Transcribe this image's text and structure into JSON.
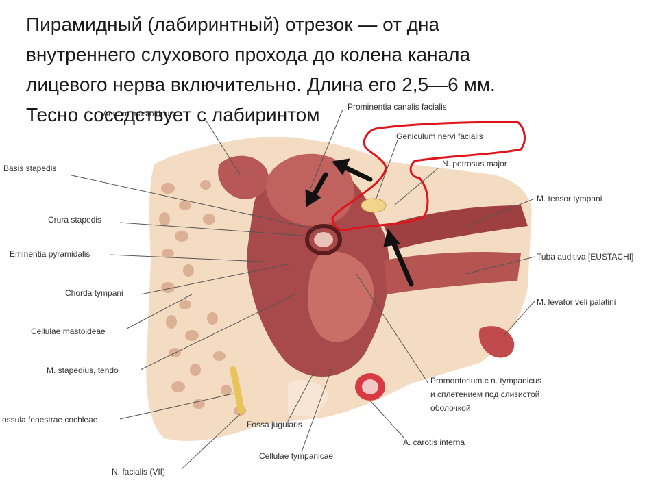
{
  "slide": {
    "lines": [
      "Пирамидный (лабиринтный) отрезок — от дна",
      "внутреннего слухового прохода до колена канала",
      "лицевого нерва включительно. Длина его 2,5—6 мм.",
      "Тесно соседствует с лабиринтом"
    ]
  },
  "figure": {
    "labels": {
      "antrum": "Antrum mastoideum",
      "prominentia": "Prominentia canalis facialis",
      "geniculum": "Geniculum nervi facialis",
      "petrosus": "N. petrosus major",
      "basis_stapedis": "Basis stapedis",
      "tensor": "M. tensor tympani",
      "crura": "Crura stapedis",
      "eminentia": "Eminentia pyramidalis",
      "tuba": "Tuba auditiva [EUSTACHI]",
      "chorda": "Chorda tympani",
      "levator": "M. levator veli palatini",
      "cellulae_mastoideae": "Cellulae mastoideae",
      "stapedius": "M. stapedius, tendo",
      "promontorium_1": "Promontorium с n. tympanicus",
      "promontorium_2": "и сплетением под слизистой",
      "promontorium_3": "оболочкой",
      "fossula": "ossula fenestrae cochleae",
      "fossa_jugularis": "Fossa jugularis",
      "carotis": "A. carotis interna",
      "cellulae_tympanicae": "Cellulae tympanicae",
      "facialis": "N. facialis (VII)"
    },
    "colors": {
      "tissue": "#a8494b",
      "tissue_light": "#d98e84",
      "bone": "#f3dcc2",
      "highlight_outline": "#e0141b",
      "arrow": "#111111"
    }
  }
}
